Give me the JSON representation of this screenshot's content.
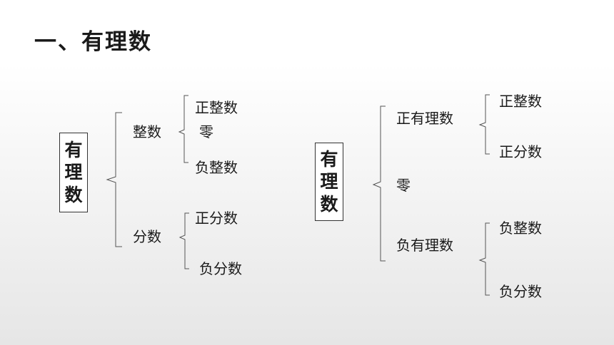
{
  "title": "一、有理数",
  "left_tree": {
    "root_chars": [
      "有",
      "理",
      "数"
    ],
    "integers": "整数",
    "positive_integers": "正整数",
    "zero": "零",
    "negative_integers": "负整数",
    "fractions": "分数",
    "positive_fractions": "正分数",
    "negative_fractions": "负分数"
  },
  "right_tree": {
    "root_chars": [
      "有",
      "理",
      "数"
    ],
    "positive_rationals": "正有理数",
    "positive_integers": "正整数",
    "positive_fractions": "正分数",
    "zero": "零",
    "negative_rationals": "负有理数",
    "negative_integers": "负整数",
    "negative_fractions": "负分数"
  }
}
